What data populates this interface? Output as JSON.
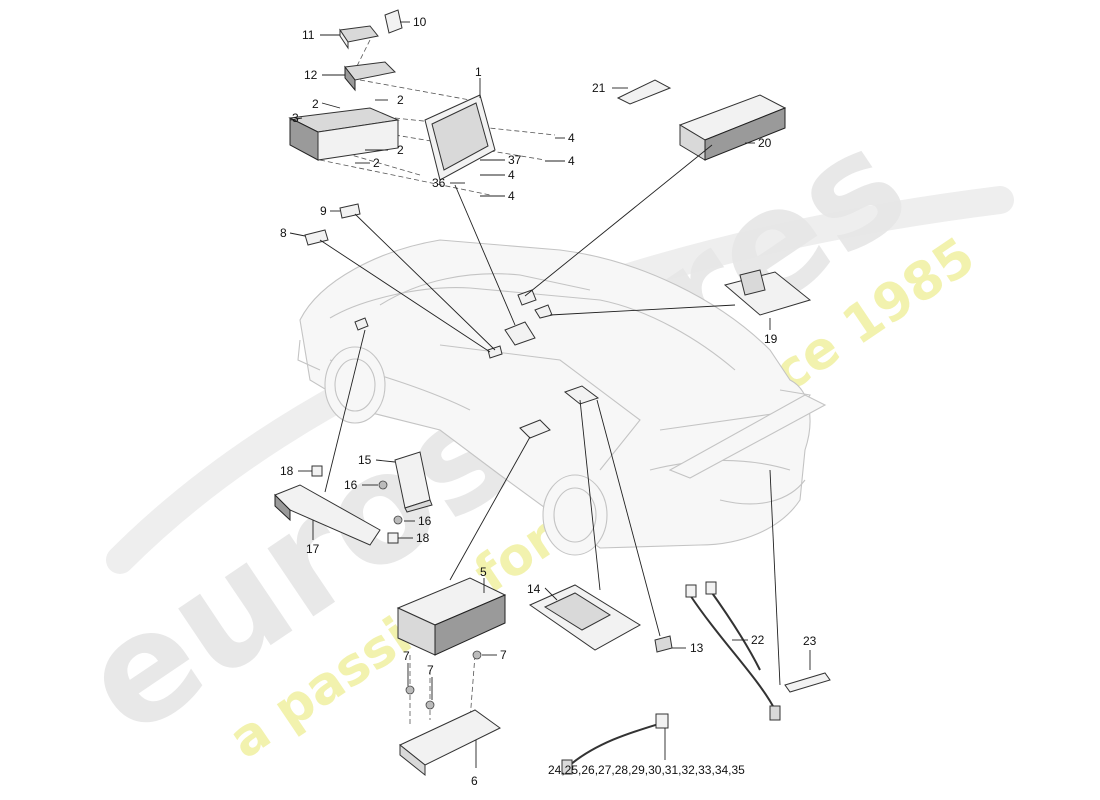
{
  "watermark": {
    "brand": "eurospares",
    "tagline": "a passion for parts since 1985",
    "brand_color": "#e6e6e6",
    "tagline_color": "#f0f0a0"
  },
  "callouts": [
    {
      "id": "c1",
      "label": "1"
    },
    {
      "id": "c2a",
      "label": "2"
    },
    {
      "id": "c2b",
      "label": "2"
    },
    {
      "id": "c2c",
      "label": "2"
    },
    {
      "id": "c2d",
      "label": "2"
    },
    {
      "id": "c3",
      "label": "3"
    },
    {
      "id": "c4a",
      "label": "4"
    },
    {
      "id": "c4b",
      "label": "4"
    },
    {
      "id": "c4c",
      "label": "4"
    },
    {
      "id": "c4d",
      "label": "4"
    },
    {
      "id": "c5",
      "label": "5"
    },
    {
      "id": "c6",
      "label": "6"
    },
    {
      "id": "c7a",
      "label": "7"
    },
    {
      "id": "c7b",
      "label": "7"
    },
    {
      "id": "c7c",
      "label": "7"
    },
    {
      "id": "c8",
      "label": "8"
    },
    {
      "id": "c9",
      "label": "9"
    },
    {
      "id": "c10",
      "label": "10"
    },
    {
      "id": "c11",
      "label": "11"
    },
    {
      "id": "c12",
      "label": "12"
    },
    {
      "id": "c13",
      "label": "13"
    },
    {
      "id": "c14",
      "label": "14"
    },
    {
      "id": "c15",
      "label": "15"
    },
    {
      "id": "c16a",
      "label": "16"
    },
    {
      "id": "c16b",
      "label": "16"
    },
    {
      "id": "c17",
      "label": "17"
    },
    {
      "id": "c18a",
      "label": "18"
    },
    {
      "id": "c18b",
      "label": "18"
    },
    {
      "id": "c19",
      "label": "19"
    },
    {
      "id": "c20",
      "label": "20"
    },
    {
      "id": "c21",
      "label": "21"
    },
    {
      "id": "c22",
      "label": "22"
    },
    {
      "id": "c23",
      "label": "23"
    },
    {
      "id": "c24",
      "label": "24,25,26,27,28,29,30,31,32,33,34,35"
    },
    {
      "id": "c36",
      "label": "36"
    },
    {
      "id": "c37",
      "label": "37"
    }
  ]
}
